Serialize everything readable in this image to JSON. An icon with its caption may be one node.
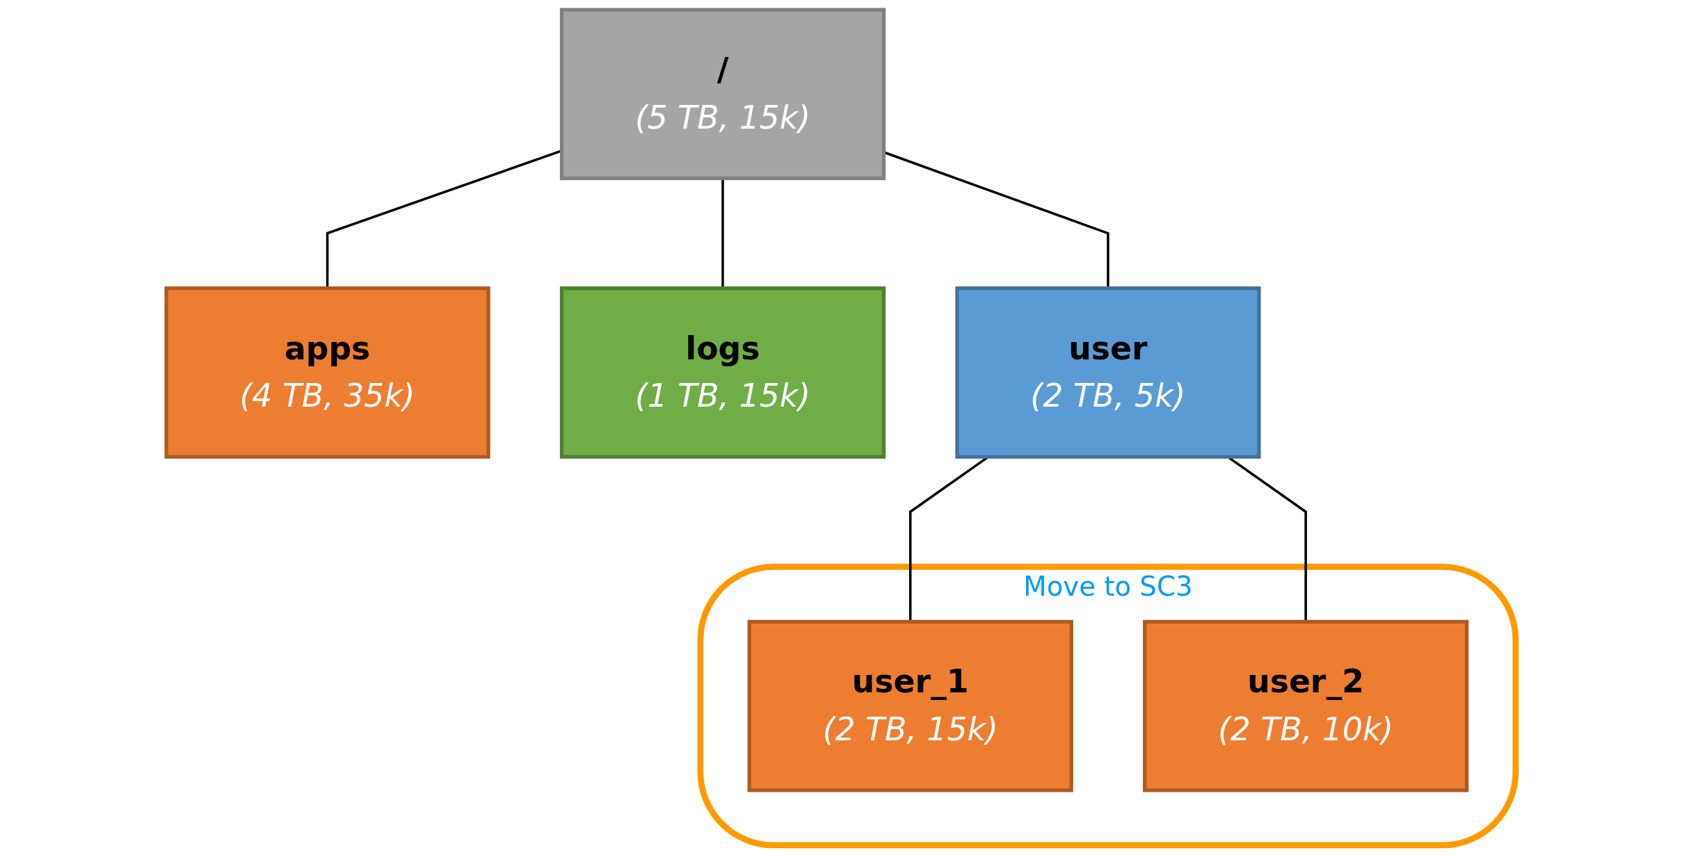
{
  "diagram": {
    "nodes": [
      {
        "text": [
          "/",
          "(5 TB, 15k)"
        ]
      },
      {
        "text": [
          "apps",
          "(4 TB, 35k)"
        ]
      },
      {
        "text": [
          "logs",
          "(1 TB, 15k)"
        ]
      },
      {
        "text": [
          "user",
          "(2 TB, 5k)"
        ]
      },
      {
        "text": [
          "Move to SC3"
        ]
      },
      {
        "text": [
          "user_1",
          "(2 TB, 15k)"
        ],
        "in": 4
      },
      {
        "text": [
          "user_2",
          "(2 TB, 10k)"
        ],
        "in": 4
      }
    ],
    "edges": [
      {
        "from": 0,
        "to": 1,
        "arrow": "none"
      },
      {
        "from": 0,
        "to": 2,
        "arrow": "none"
      },
      {
        "from": 0,
        "to": 3,
        "arrow": "none"
      },
      {
        "from": 3,
        "to": 5,
        "arrow": "none"
      },
      {
        "from": 3,
        "to": 6,
        "arrow": "none"
      }
    ]
  }
}
